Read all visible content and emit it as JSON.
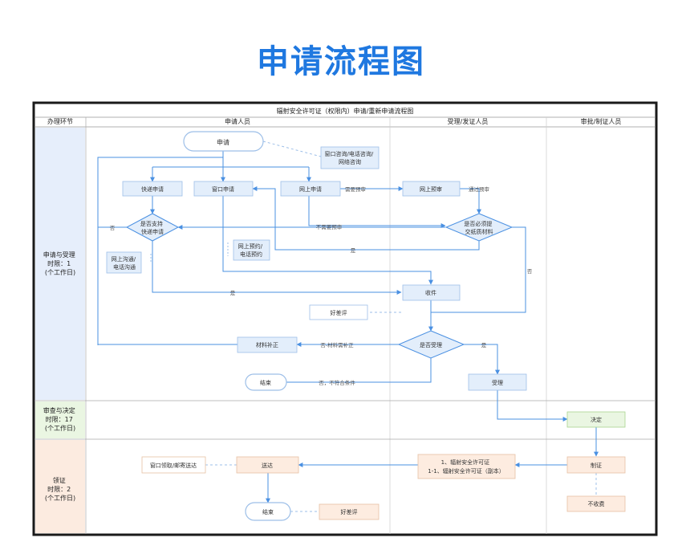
{
  "title": "申请流程图",
  "chart_title": "辐射安全许可证（权限内）申请/重新申请流程图",
  "columns": {
    "stage": "办理环节",
    "applicant": "申请人员",
    "acceptor": "受理/发证人员",
    "approver": "审批/制证人员"
  },
  "rows": {
    "r1": [
      "申请与受理",
      "时限：1",
      "(个工作日)"
    ],
    "r2": [
      "审查与决定",
      "时限：17",
      "(个工作日)"
    ],
    "r3": [
      "领证",
      "时限：2",
      "(个工作日)"
    ]
  },
  "nodes": {
    "start": "申请",
    "consult": [
      "窗口咨询/电话咨询/",
      "网络咨询"
    ],
    "express": "快递申请",
    "window": "窗口申请",
    "online": "网上申请",
    "online_reserve": "网上预审",
    "support_q": [
      "是否支持",
      "快递申请"
    ],
    "online_comm": [
      "网上沟通/",
      "电话沟通"
    ],
    "reserve_phone": [
      "网上预约/",
      "电话预约"
    ],
    "need_q": [
      "是否必须提",
      "交纸质材料"
    ],
    "receive": "收件",
    "good1": "好差评",
    "accept_q": "是否受理",
    "supplement": "材料补正",
    "end1": "结束",
    "accept": "受理",
    "decide": "决定",
    "make_cert": "制证",
    "no_fee": "不收费",
    "cert_list": [
      "1、辐射安全许可证",
      "1-1、辐射安全许可证（副本）"
    ],
    "deliver": "送达",
    "pickup": "窗口领取/邮寄送达",
    "end2": "结束",
    "good2": "好差评"
  },
  "edge_labels": {
    "need_reserve": "需要预审",
    "pass_reserve": "通过预审",
    "no_need_reserve": "不需要预审",
    "no1": "否",
    "yes1": "是",
    "no2": "否",
    "yes2": "是",
    "yes3": "是",
    "no_supplement": "否-材料需补正",
    "no_fail": "否，不符合条件"
  },
  "colors": {
    "title": "#1f78e0",
    "node_fill": "#e3eefb",
    "node_stroke": "#9dbfe8",
    "connector": "#4a90e2",
    "row1_fill": "#e6eefb",
    "row2_fill": "#eaf6e2",
    "row3_fill": "#fcebe0",
    "decide_fill": "#eaf6e2",
    "cert_fill": "#fdece0"
  }
}
